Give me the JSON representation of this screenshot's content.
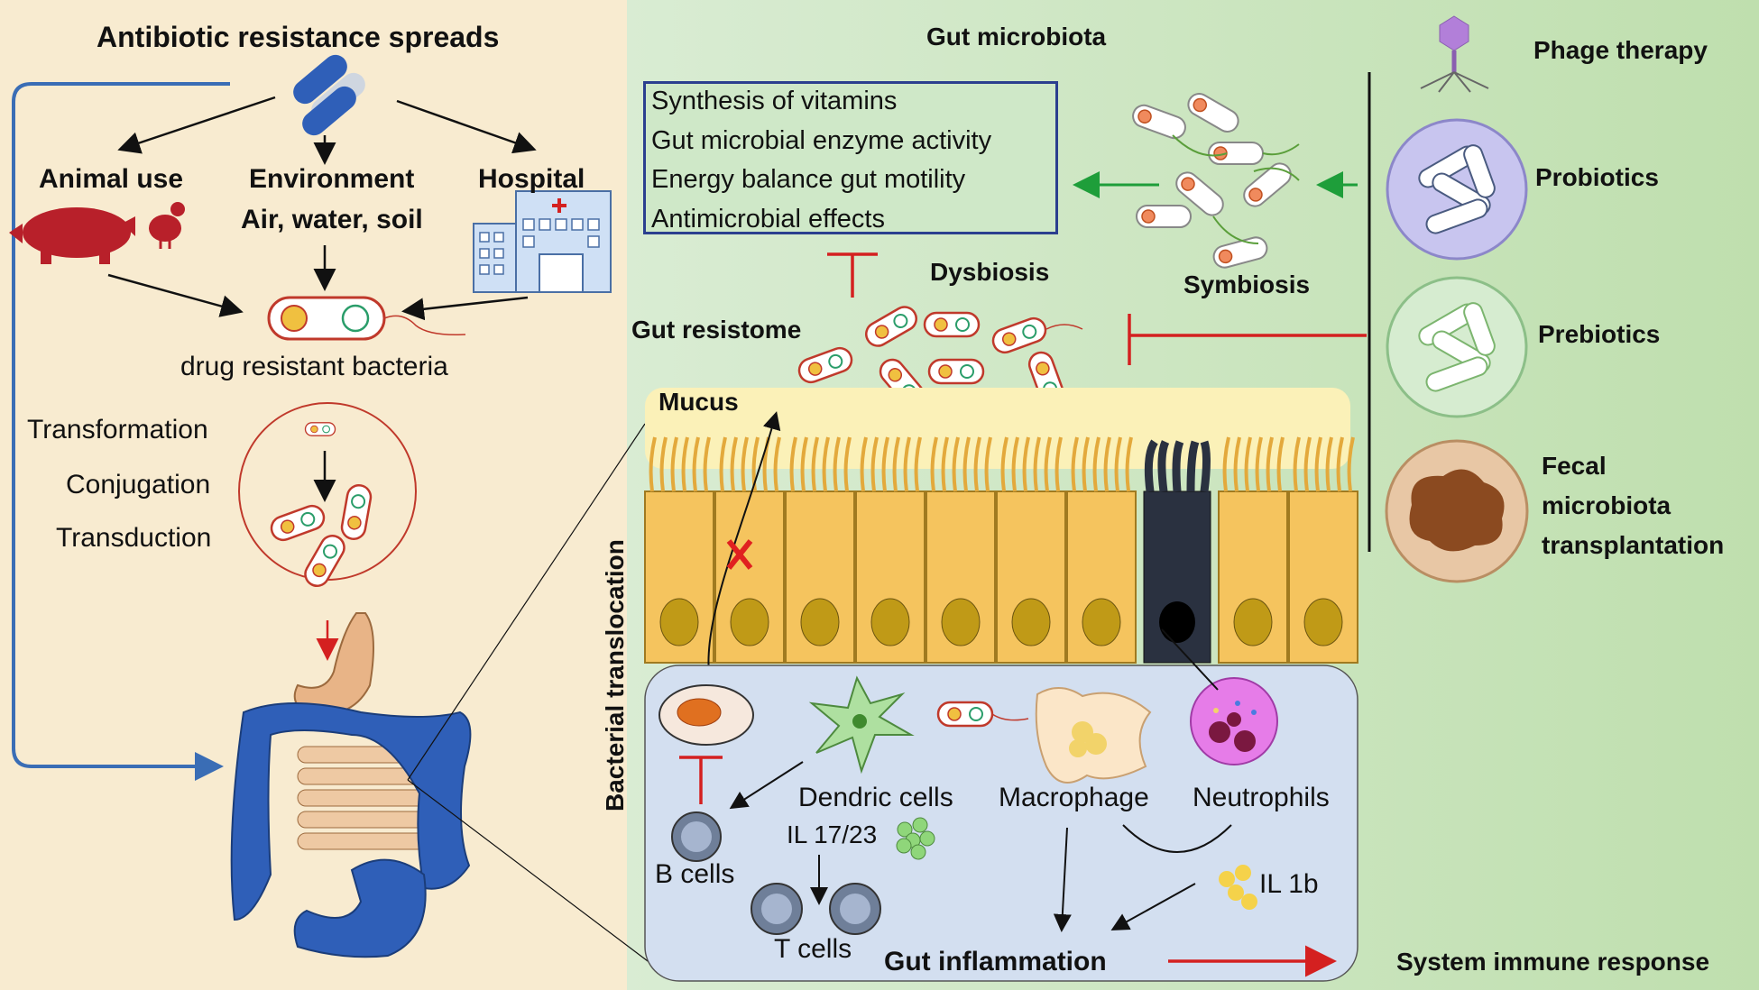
{
  "left_panel": {
    "title": "Antibiotic resistance spreads",
    "sources": {
      "animal": "Animal use",
      "environment": "Environment",
      "environment_sub": "Air, water, soil",
      "hospital": "Hospital"
    },
    "bacteria_label": "drug resistant bacteria",
    "transfer": [
      "Transformation",
      "Conjugation",
      "Transduction"
    ]
  },
  "gut": {
    "title": "Gut microbiota",
    "functions": [
      "Synthesis of vitamins",
      "Gut microbial enzyme activity",
      "Energy balance gut motility",
      "Antimicrobial effects"
    ],
    "symbiosis": "Symbiosis",
    "dysbiosis": "Dysbiosis",
    "resistome": "Gut resistome",
    "mucus": "Mucus",
    "translocation": "Bacterial translocation"
  },
  "therapies": [
    "Phage therapy",
    "Probiotics",
    "Prebiotics",
    "Fecal microbiota transplantation"
  ],
  "therapy_fmt_lines": [
    "Fecal",
    "microbiota",
    "transplantation"
  ],
  "immune": {
    "dendritic": "Dendric cells",
    "macrophage": "Macrophage",
    "neutrophils": "Neutrophils",
    "il17": "IL 17/23",
    "b_cells": "B cells",
    "t_cells": "T cells",
    "il1b": "IL 1b",
    "inflammation": "Gut inflammation",
    "system": "System immune response"
  },
  "colors": {
    "left_bg": "#f8ebd0",
    "right_bg": "#c8e4bb",
    "arrow_blue": "#3a6db5",
    "inhibit_red": "#d42020",
    "cell_yellow": "#f5c45e",
    "immune_bg": "#d3dff0",
    "intestine_blue": "#2f5fb8",
    "stomach": "#e8b487"
  }
}
